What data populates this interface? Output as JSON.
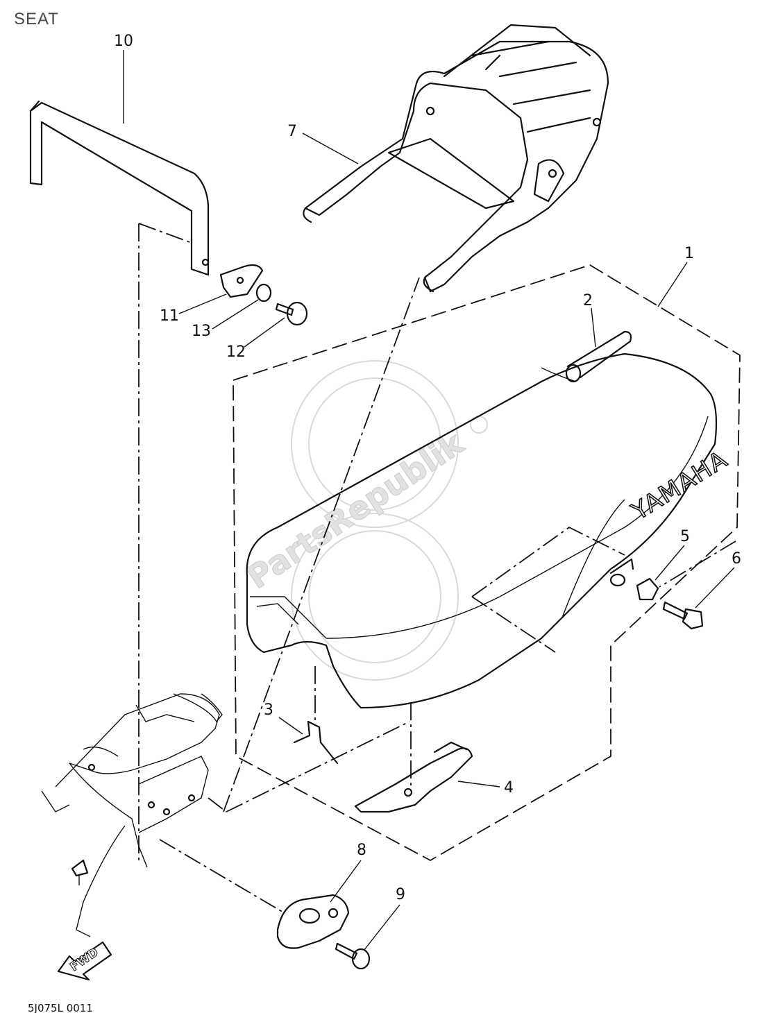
{
  "title": "SEAT",
  "watermark": "PartsRepublik",
  "brand_label": "YAMAHA",
  "fwd_label": "FWD",
  "bottom_code": "5J075L 0011",
  "callouts": [
    "1",
    "2",
    "3",
    "4",
    "5",
    "6",
    "7",
    "8",
    "9",
    "10",
    "11",
    "12",
    "13"
  ]
}
